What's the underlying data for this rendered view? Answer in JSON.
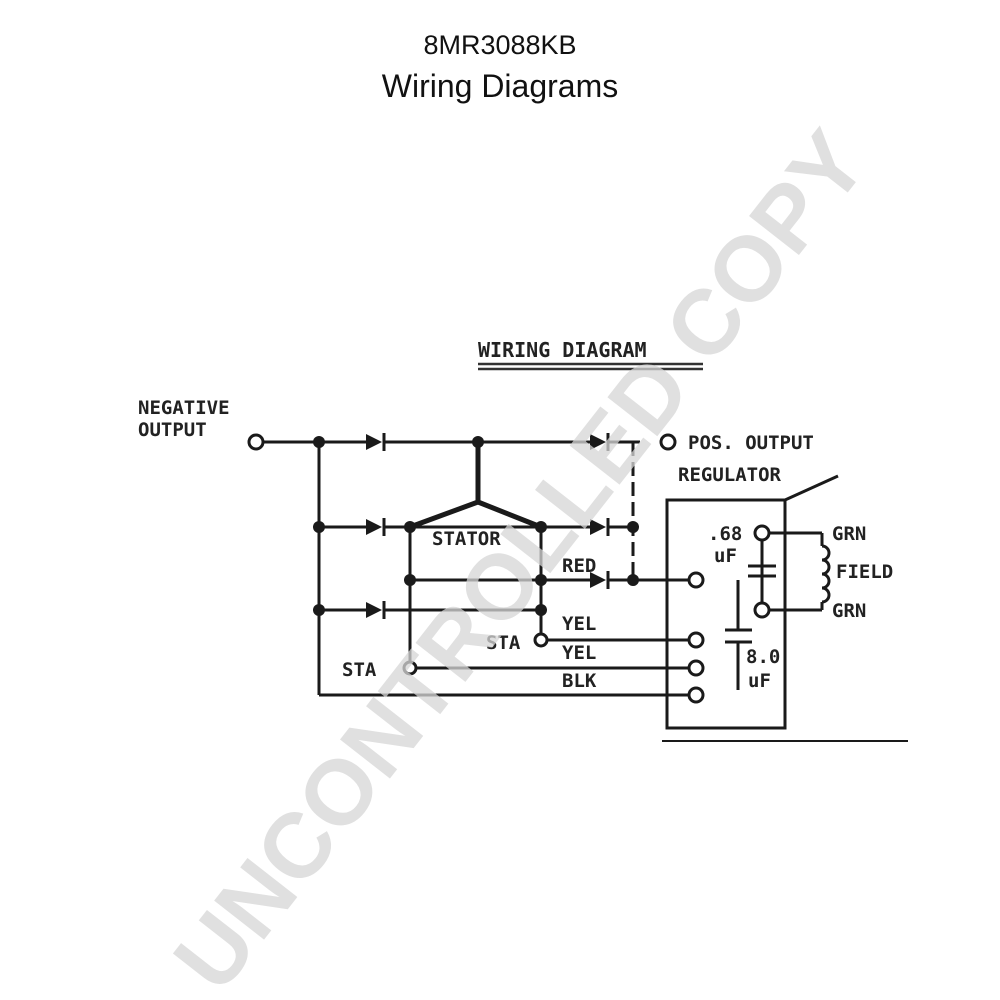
{
  "header": {
    "part_number": "8MR3088KB",
    "title": "Wiring Diagrams"
  },
  "diagram": {
    "title": "WIRING DIAGRAM",
    "labels": {
      "negative_output_line1": "NEGATIVE",
      "negative_output_line2": "OUTPUT",
      "pos_output": "POS. OUTPUT",
      "regulator": "REGULATOR",
      "stator": "STATOR",
      "red": "RED",
      "yel_1": "YEL",
      "yel_2": "YEL",
      "blk": "BLK",
      "sta_inner": "STA",
      "sta_outer": "STA",
      "cap_small_value": ".68",
      "cap_small_unit": "uF",
      "cap_large_value": "8.0",
      "cap_large_unit": "uF",
      "grn_top": "GRN",
      "grn_bottom": "GRN",
      "field": "FIELD"
    }
  },
  "watermark": "UNCONTROLLED COPY"
}
